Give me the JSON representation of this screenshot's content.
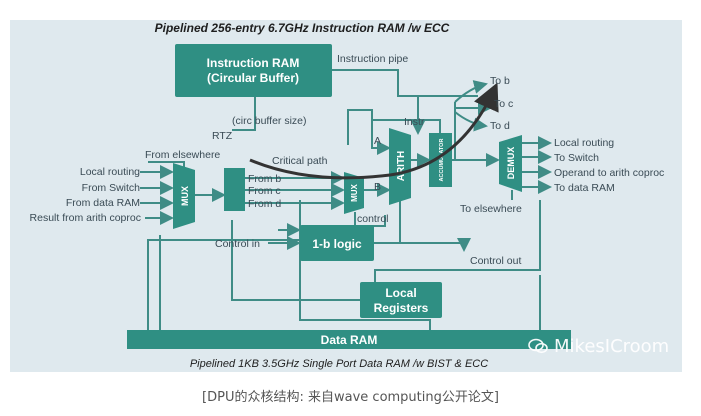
{
  "title": "Pipelined 256-entry 6.7GHz Instruction RAM /w ECC",
  "subtitle": "Pipelined 1KB 3.5GHz Single Port Data RAM /w BIST & ECC",
  "caption": "[DPU的众核结构: 来自wave computing公开论文]",
  "watermark": "MikesICroom",
  "colors": {
    "panel_bg": "#dfe9ee",
    "block": "#2f8f83",
    "line": "#3f8c86",
    "text": "#3a4b55",
    "arrow": "#333333"
  },
  "blocks": {
    "instruction_ram_line1": "Instruction RAM",
    "instruction_ram_line2": "(Circular Buffer)",
    "mux1": "MUX",
    "mux2": "MUX",
    "arith": "ARITH",
    "accumulator": "ACCUMULATOR",
    "demux": "DEMUX",
    "logic": "1-b logic",
    "local_registers_line1": "Local",
    "local_registers_line2": "Registers",
    "data_ram": "Data RAM"
  },
  "labels": {
    "instruction_pipe": "Instruction pipe",
    "circ_buffer_size": "(circ buffer size)",
    "rtz": "RTZ",
    "from_elsewhere": "From elsewhere",
    "critical_path": "Critical path",
    "instr": "Instr",
    "a": "A",
    "b": "B",
    "control": "control",
    "control_in": "Control in",
    "control_out": "Control out",
    "to_elsewhere": "To elsewhere",
    "from_b": "From b",
    "from_c": "From c",
    "from_d": "From d"
  },
  "inputs": [
    "Local routing",
    "From Switch",
    "From data RAM",
    "Result from arith coproc"
  ],
  "to_neighbors": [
    "To b",
    "To c",
    "To d"
  ],
  "outputs": [
    "Local routing",
    "To Switch",
    "Operand to arith coproc",
    "To data RAM"
  ]
}
